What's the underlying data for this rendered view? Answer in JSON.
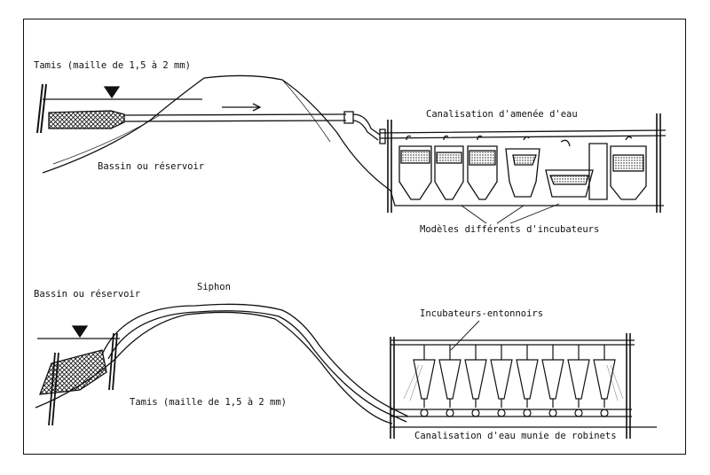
{
  "top_diagram": {
    "sieve_label": "Tamis (maille de 1,5 à 2 mm)",
    "basin_label": "Bassin ou réservoir",
    "pipe_label": "Canalisation d'amenée d'eau",
    "incubators_label": "Modèles différents d'incubateurs"
  },
  "bottom_diagram": {
    "basin_label": "Bassin ou réservoir",
    "siphon_label": "Siphon",
    "funnel_label": "Incubateurs-entonnoirs",
    "sieve_label": "Tamis (maille de 1,5 à 2 mm)",
    "pipe_label": "Canalisation d'eau munie de robinets"
  },
  "colors": {
    "ink": "#111111",
    "background": "#ffffff"
  }
}
